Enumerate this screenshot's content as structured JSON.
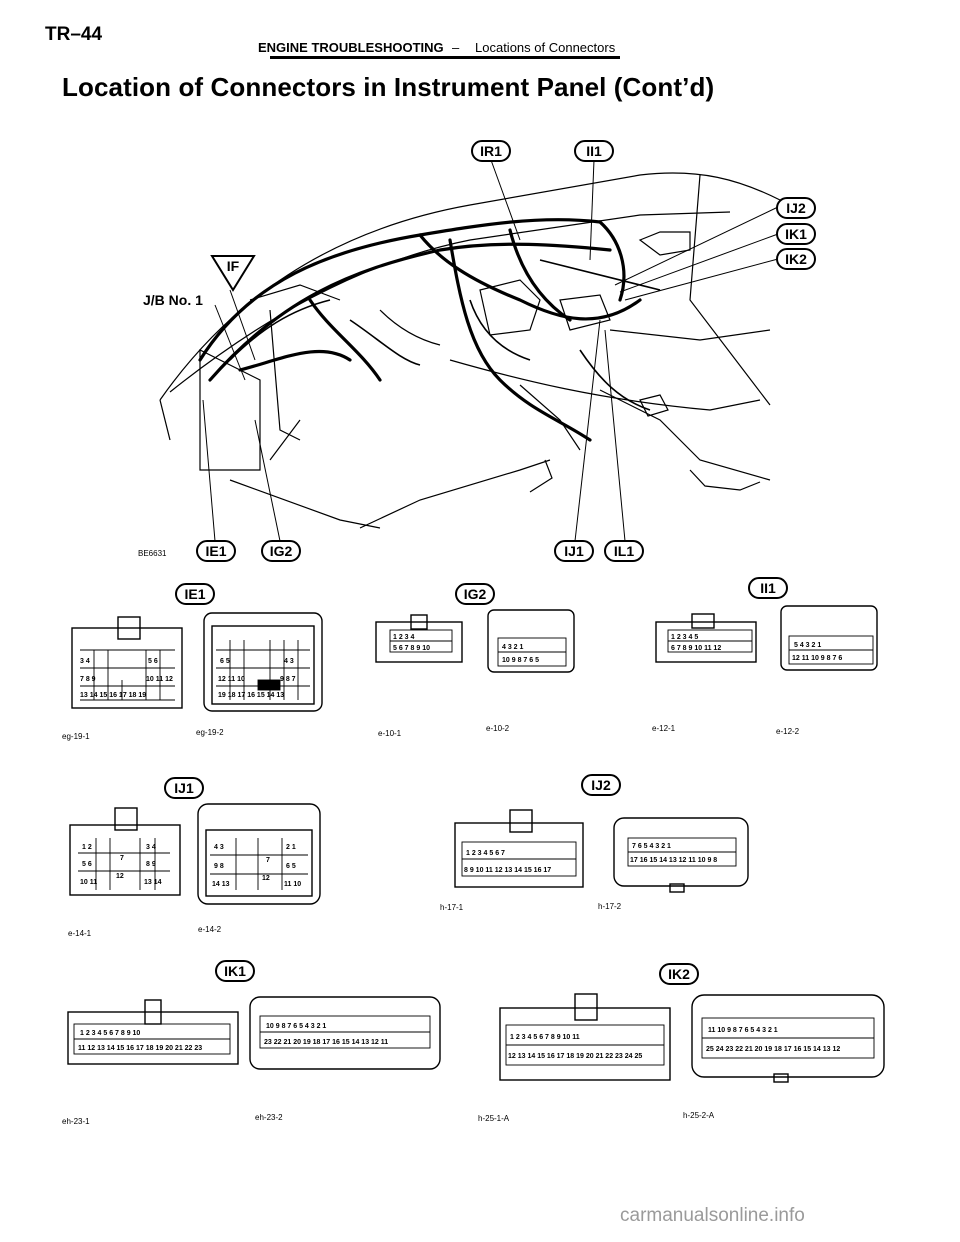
{
  "header": {
    "page_number": "TR–44",
    "section": "ENGINE TROUBLESHOOTING",
    "separator": "–",
    "subsection": "Locations of Connectors"
  },
  "title": "Location of Connectors in Instrument Panel (Cont’d)",
  "diagram": {
    "figure_code": "BE6631",
    "labels": [
      "IR1",
      "II1",
      "IJ2",
      "IK1",
      "IK2",
      "IF",
      "J/B No. 1",
      "IE1",
      "IG2",
      "IJ1",
      "IL1"
    ]
  },
  "connectors": {
    "ie1": {
      "label": "IE1",
      "views": [
        "eg-19-1",
        "eg-19-2"
      ]
    },
    "ig2": {
      "label": "IG2",
      "views": [
        "e-10-1",
        "e-10-2"
      ]
    },
    "ii1": {
      "label": "II1",
      "views": [
        "e-12-1",
        "e-12-2"
      ]
    },
    "ij1": {
      "label": "IJ1",
      "views": [
        "e-14-1",
        "e-14-2"
      ]
    },
    "ij2": {
      "label": "IJ2",
      "views": [
        "h-17-1",
        "h-17-2"
      ]
    },
    "ik1": {
      "label": "IK1",
      "views": [
        "eh-23-1",
        "eh-23-2"
      ]
    },
    "ik2": {
      "label": "IK2",
      "views": [
        "h-25-1-A",
        "h-25-2-A"
      ]
    }
  },
  "watermark": "carmanualsonline.info"
}
